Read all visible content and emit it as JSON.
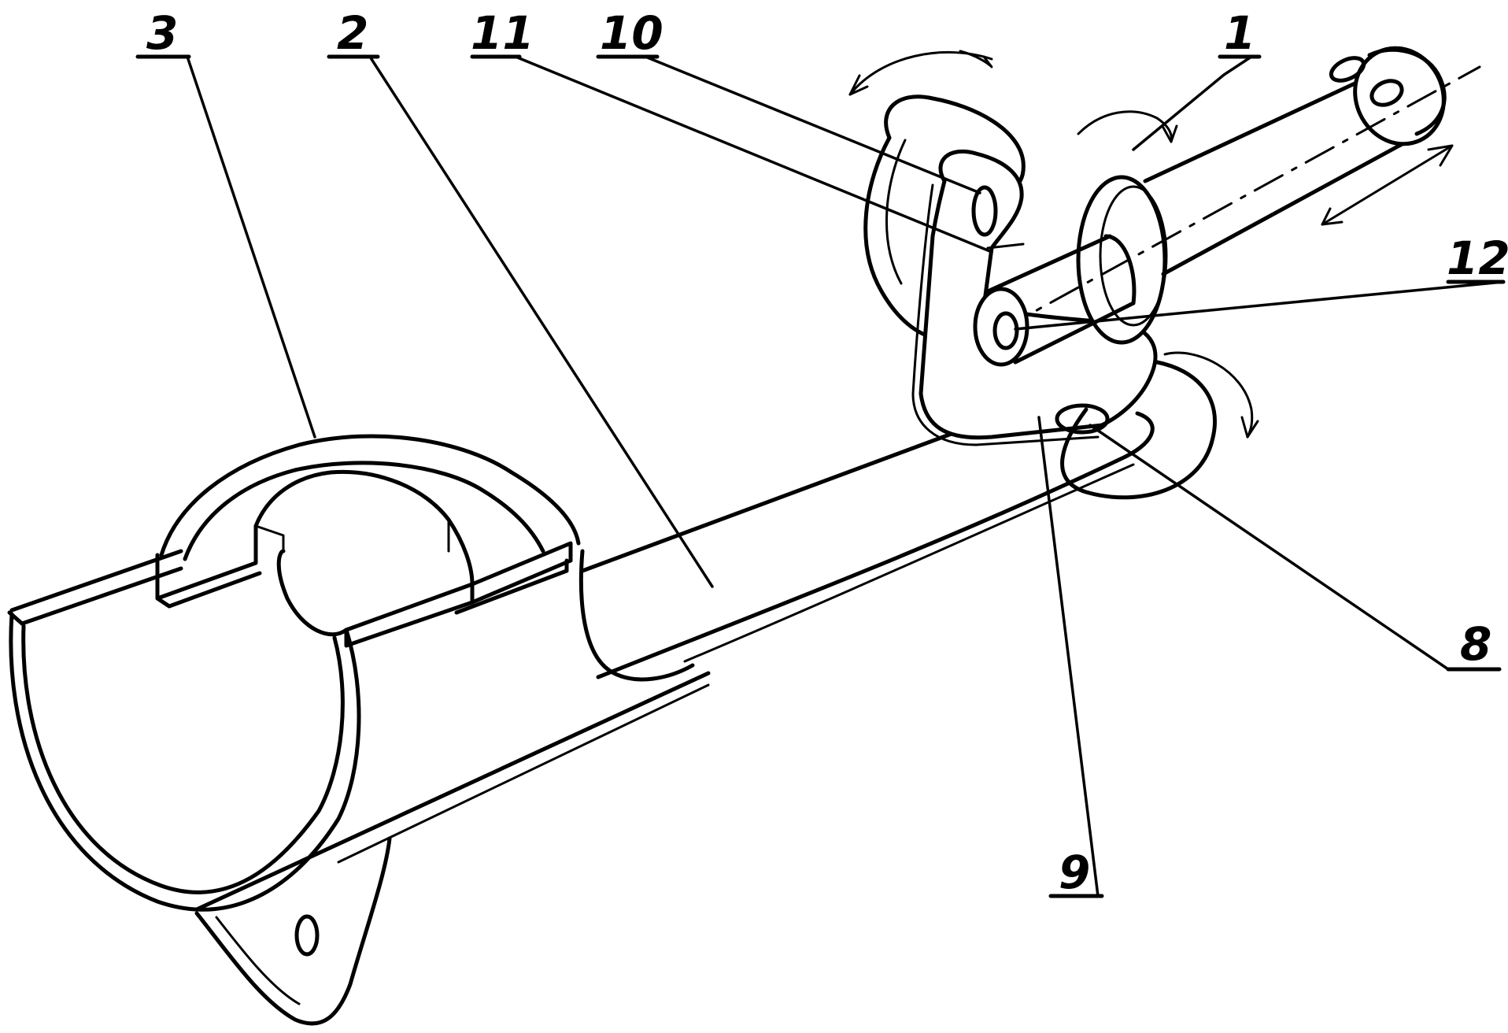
{
  "drawing": {
    "callouts": [
      {
        "id": "3",
        "label": "3"
      },
      {
        "id": "2",
        "label": "2"
      },
      {
        "id": "11",
        "label": "11"
      },
      {
        "id": "10",
        "label": "10"
      },
      {
        "id": "1",
        "label": "1"
      },
      {
        "id": "12",
        "label": "12"
      },
      {
        "id": "8",
        "label": "8"
      },
      {
        "id": "9",
        "label": "9"
      }
    ]
  }
}
